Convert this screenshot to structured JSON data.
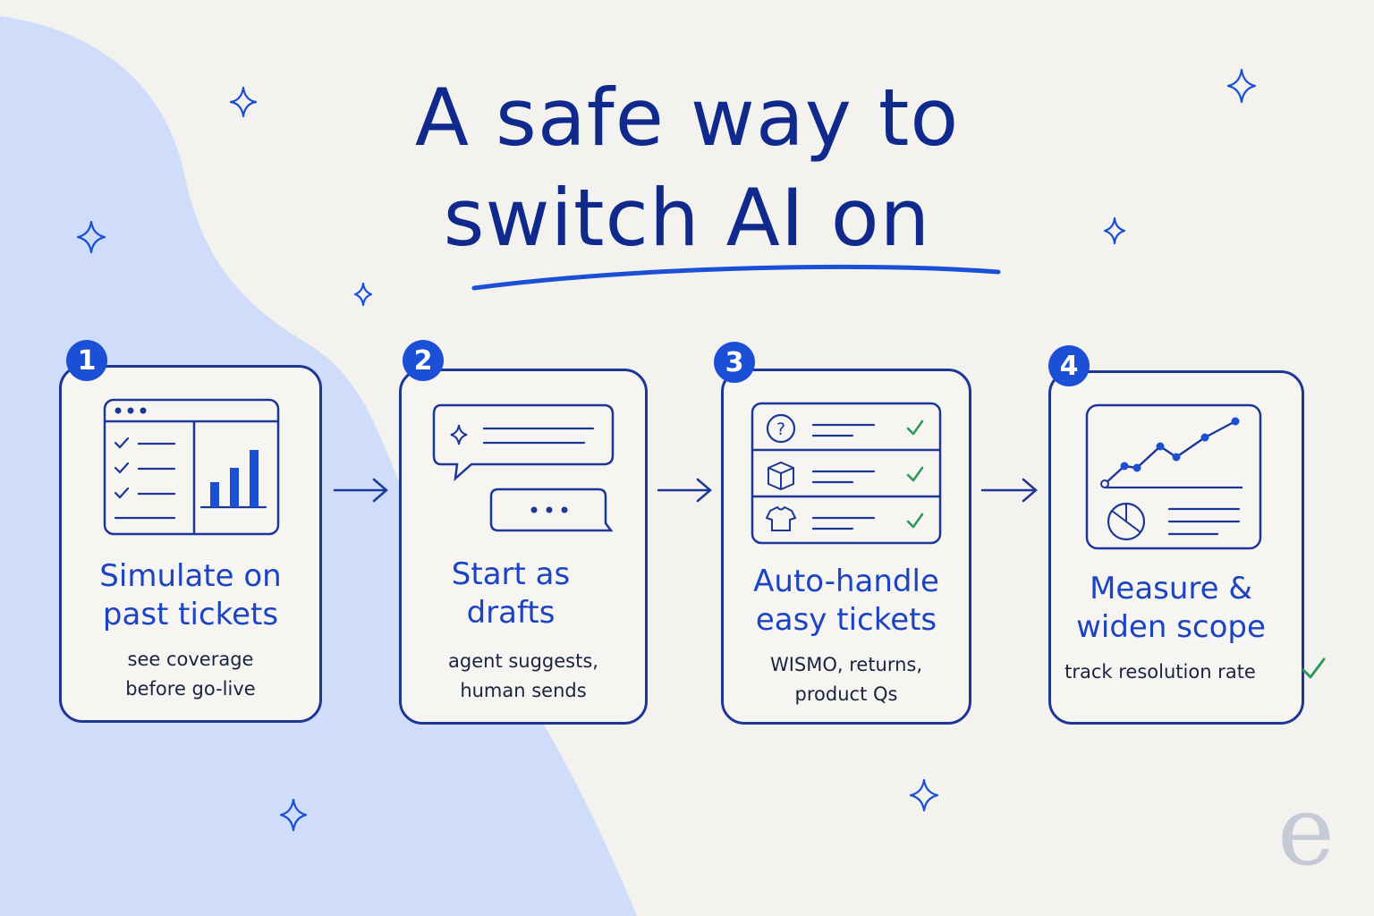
{
  "title": {
    "line1": "A safe way to",
    "line2": "switch AI on"
  },
  "steps": [
    {
      "number": "1",
      "title": "Simulate on\npast tickets",
      "subtitle": "see coverage\nbefore go-live",
      "icon": "dashboard-chart-icon"
    },
    {
      "number": "2",
      "title": "Start as\ndrafts",
      "subtitle": "agent suggests,\nhuman sends",
      "icon": "chat-bubbles-icon"
    },
    {
      "number": "3",
      "title": "Auto-handle\neasy tickets",
      "subtitle": "WISMO, returns,\nproduct Qs",
      "icon": "ticket-list-icon"
    },
    {
      "number": "4",
      "title": "Measure &\nwiden scope",
      "subtitle": "track resolution rate",
      "icon": "analytics-dashboard-icon"
    }
  ],
  "logo": {
    "text": "e"
  },
  "colors": {
    "accent": "#1b4fd6",
    "ink": "#1d3796",
    "background": "#f4f2ee",
    "blob": "#cfdcfa",
    "check": "#2e9a5c"
  }
}
